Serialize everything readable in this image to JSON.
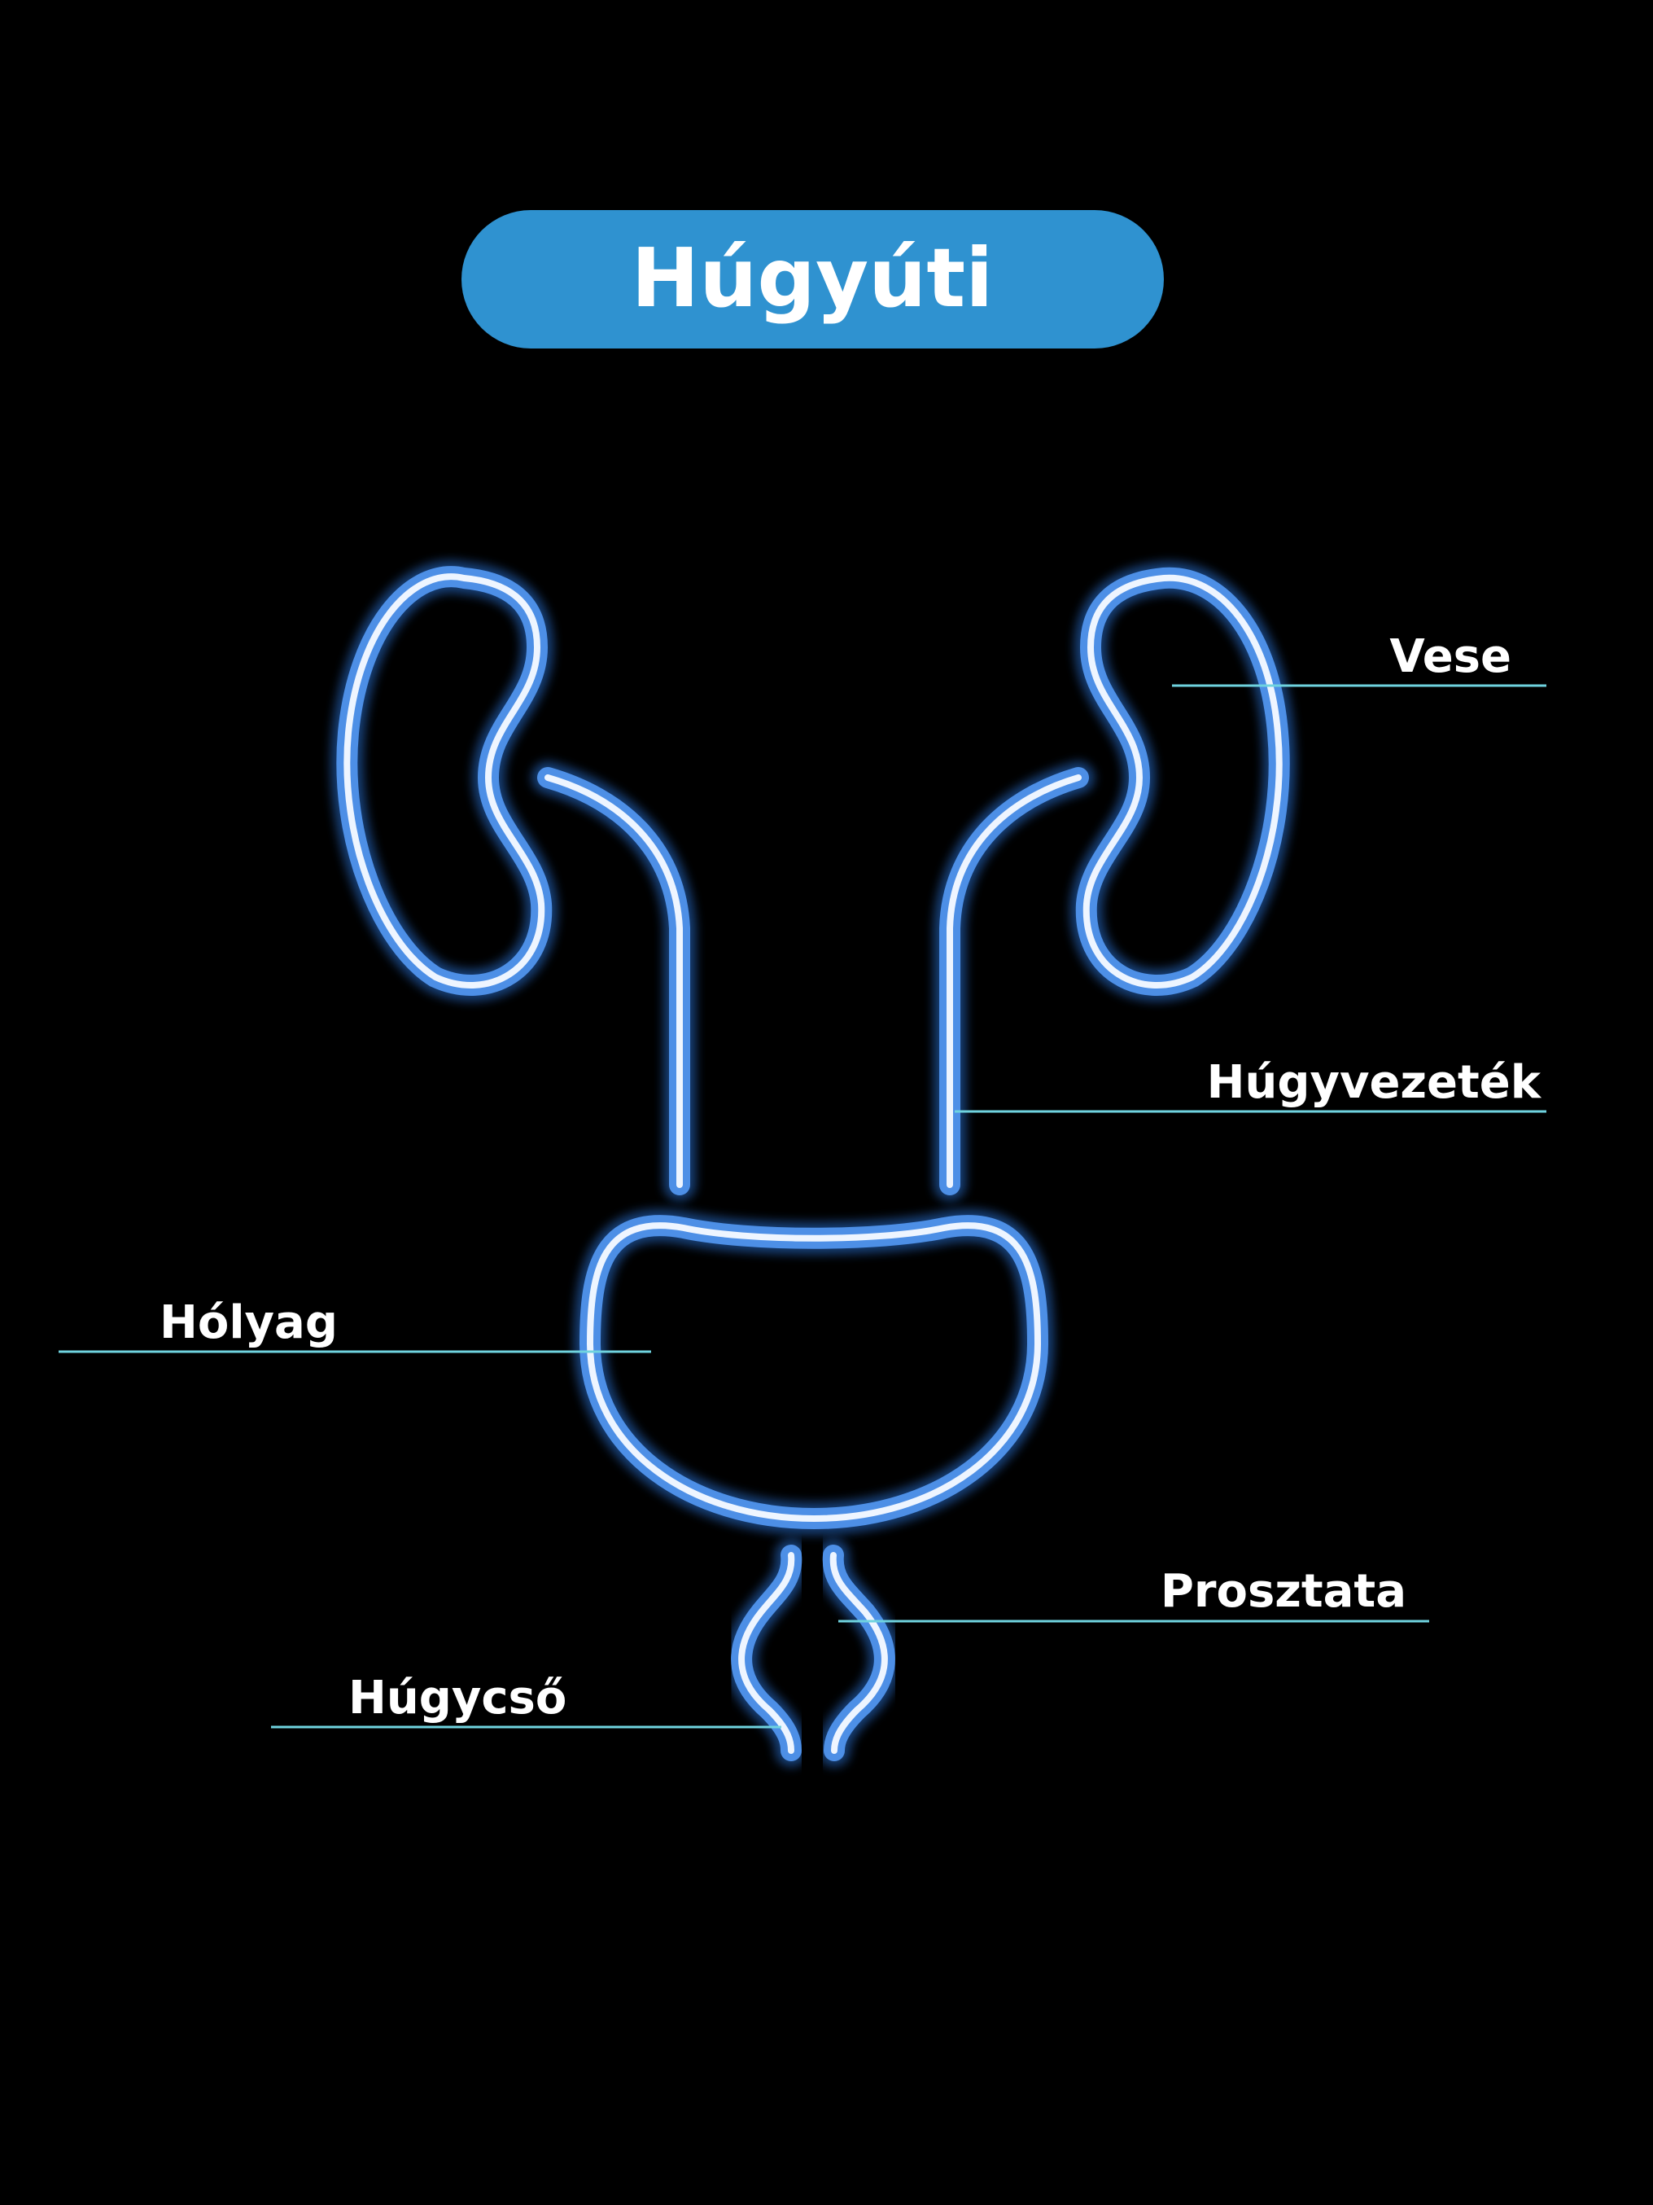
{
  "title": "Húgyúti",
  "labels": {
    "kidney": "Vese",
    "ureter": "Húgyvezeték",
    "bladder": "Hólyag",
    "prostate": "Prosztata",
    "urethra": "Húgycső"
  },
  "colors": {
    "background": "#000000",
    "title_pill": "#2f92d0",
    "title_text": "#ffffff",
    "organ_outline": "#4d8fe6",
    "organ_glow": "#2a72d4",
    "organ_highlight": "#eef5ff",
    "leader_line": "#6fd3df",
    "label_text": "#ffffff"
  }
}
